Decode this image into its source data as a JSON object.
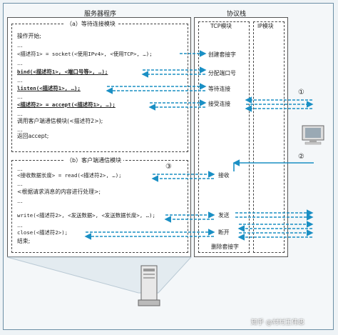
{
  "headers": {
    "server": "服务器程序",
    "protocol_stack": "协议栈",
    "tcp": "TCP模块",
    "ip": "IP模块"
  },
  "section_a": {
    "title": "（a）等待连接模块",
    "lines": [
      "操作开始;",
      "…",
      "<描述符1> = socket(<使用IPv4>, <使用TCP>, …);",
      "…",
      "bind(<描述符1>, <端口号等>, …);",
      "…",
      "listen(<描述符1>, …);",
      "…",
      "<描述符2> = accept(<描述符1>, …);",
      "…",
      "调用客户端通信模块(<描述符2>);",
      "…",
      "返回accept;"
    ]
  },
  "section_b": {
    "title": "（b）客户端通信模块",
    "lines": [
      "…",
      "<接收数据长度> = read(<描述符2>, …);",
      "…",
      "<根据请求消息的内容进行处理>;",
      "…",
      "write(<描述符2>, <发送数据>, <发送数据长度>, …);",
      "…",
      "close(<描述符2>);",
      "结束;"
    ]
  },
  "tcp_labels": [
    "创建套接字",
    "分配端口号",
    "等待连接",
    "接受连接",
    "接收",
    "发送",
    "断开",
    "删除套接字"
  ],
  "markers": [
    "①",
    "②",
    "③"
  ],
  "watermark": "知乎 @村村王伟忠"
}
